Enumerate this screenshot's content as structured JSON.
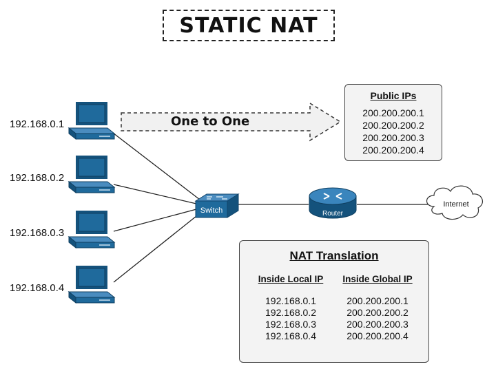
{
  "title": "STATIC NAT",
  "hosts": [
    {
      "ip": "192.168.0.1"
    },
    {
      "ip": "192.168.0.2"
    },
    {
      "ip": "192.168.0.3"
    },
    {
      "ip": "192.168.0.4"
    }
  ],
  "arrow_label": "One to One",
  "switch_label": "Switch",
  "router_label": "Router",
  "internet_label": "Internet",
  "public_ips": {
    "heading": "Public IPs",
    "items": [
      "200.200.200.1",
      "200.200.200.2",
      "200.200.200.3",
      "200.200.200.4"
    ]
  },
  "nat_translation": {
    "heading": "NAT Translation",
    "local_header": "Inside Local IP",
    "global_header": "Inside Global IP",
    "local": [
      "192.168.0.1",
      "192.168.0.2",
      "192.168.0.3",
      "192.168.0.4"
    ],
    "global": [
      "200.200.200.1",
      "200.200.200.2",
      "200.200.200.3",
      "200.200.200.4"
    ]
  },
  "colors": {
    "device_blue": "#1f6a9c",
    "device_dark": "#14527c",
    "box_bg": "#f3f3f3",
    "line": "#222222"
  }
}
